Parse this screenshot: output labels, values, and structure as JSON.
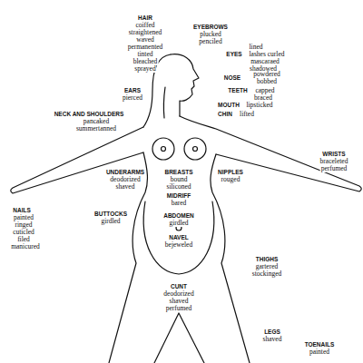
{
  "diagram": {
    "labels": [
      "HAIR",
      "coiffed",
      "straightened",
      "waved",
      "permanented",
      "tinted",
      "bleached",
      "sprayed",
      "EYEBROWS",
      "plucked",
      "penciled",
      "EYES",
      "lined",
      "lashes curled",
      "mascaraed",
      "shadowed",
      "NOSE",
      "powdered",
      "bobbed",
      "TEETH",
      "capped",
      "braced",
      "MOUTH",
      "lipsticked",
      "CHIN",
      "lifted",
      "EARS",
      "pierced",
      "NECK AND SHOULDERS",
      "pancaked",
      "summertanned",
      "UNDERARMS",
      "deodorized",
      "shaved",
      "BREASTS",
      "bound",
      "siliconed",
      "NIPPLES",
      "rouged",
      "WRISTS",
      "braceleted",
      "perfumed",
      "MIDRIFF",
      "bared",
      "NAILS",
      "painted",
      "ringed",
      "cuticled",
      "filed",
      "manicured",
      "BUTTOCKS",
      "girdled",
      "ABDOMEN",
      "girdled",
      "NAVEL",
      "bejeweled",
      "THIGHS",
      "gartered",
      "stockinged",
      "CUNT",
      "deodorized",
      "shaved",
      "perfumed",
      "LEGS",
      "shaved",
      "TOENAILS",
      "painted"
    ]
  }
}
